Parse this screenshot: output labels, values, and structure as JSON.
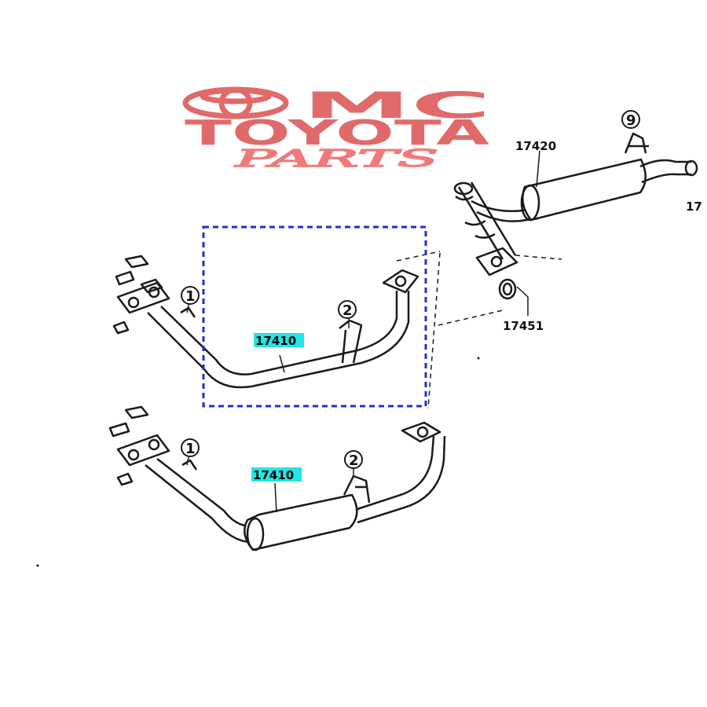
{
  "logo": {
    "line1": "MC",
    "line2": "TOYOTA",
    "line3": "PARTS",
    "color": "#e06a6a"
  },
  "parts": {
    "muffler_tail": "17420",
    "gasket": "17451",
    "cut_label": "17",
    "front_pipe_top": "17410",
    "front_pipe_bottom": "17410"
  },
  "callouts": {
    "c1_top": "1",
    "c2_top": "2",
    "c1_bottom": "1",
    "c2_bottom": "2",
    "c9": "9"
  },
  "colors": {
    "highlight": "#22e5e5",
    "selection_box": "#1f2fd6",
    "line": "#1a1a1a"
  }
}
